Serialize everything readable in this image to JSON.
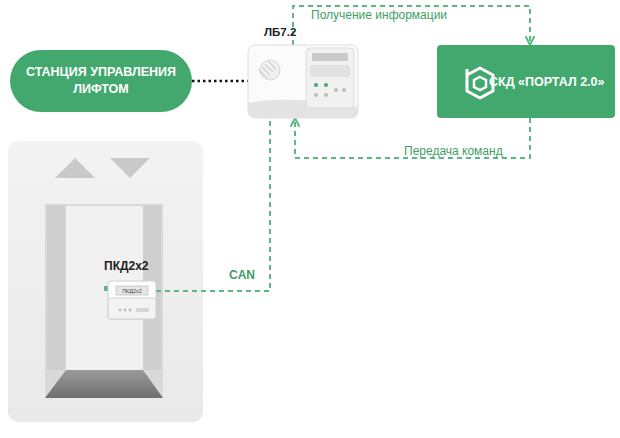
{
  "diagram": {
    "nodes": [
      {
        "text": [
          "СТАНЦИЯ УПРАВЛЕНИЯ ЛИФТОМ"
        ]
      },
      {
        "text": [
          "ЛБ7.2"
        ]
      },
      {
        "text": [
          "СКД «ПОРТАЛ 2.0»"
        ]
      },
      {
        "text": [
          "ПКД2x2",
          "ПКД2x2"
        ]
      }
    ],
    "edges": [
      {
        "from": 0,
        "to": 1,
        "arrow": "none"
      },
      {
        "from": 1,
        "to": 2,
        "label": "Получение информации",
        "arrow": "to"
      },
      {
        "from": 2,
        "to": 1,
        "label": "Передача команд",
        "arrow": "to"
      },
      {
        "from": 3,
        "to": 1,
        "label": "CAN",
        "arrow": "none"
      }
    ]
  }
}
